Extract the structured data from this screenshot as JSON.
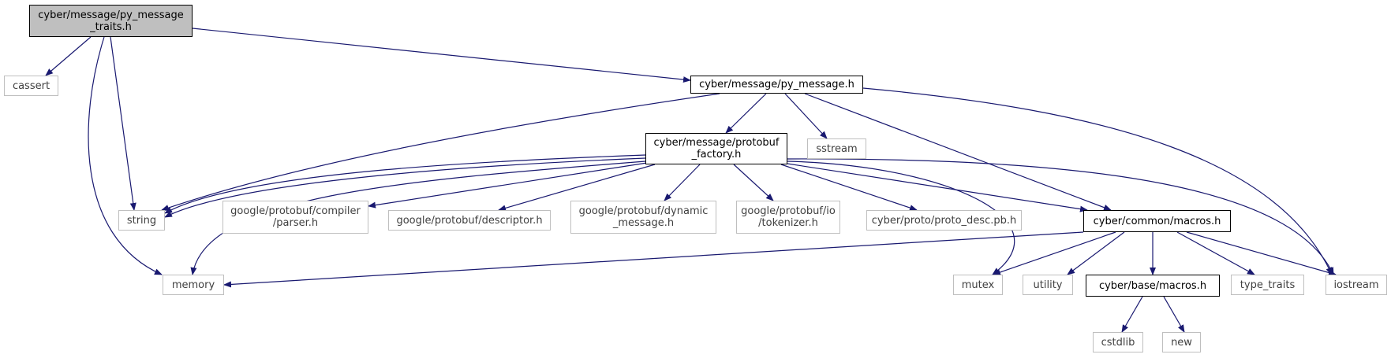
{
  "nodes": {
    "root": "cyber/message/py_message\n_traits.h",
    "cassert": "cassert",
    "py_message": "cyber/message/py_message.h",
    "string": "string",
    "memory": "memory",
    "protobuf_factory": "cyber/message/protobuf\n_factory.h",
    "sstream": "sstream",
    "macros_common": "cyber/common/macros.h",
    "iostream": "iostream",
    "compiler_parser": "google/protobuf/compiler\n/parser.h",
    "descriptor": "google/protobuf/descriptor.h",
    "dynamic_message": "google/protobuf/dynamic\n_message.h",
    "tokenizer": "google/protobuf/io\n/tokenizer.h",
    "proto_desc": "cyber/proto/proto_desc.pb.h",
    "mutex": "mutex",
    "utility": "utility",
    "macros_base": "cyber/base/macros.h",
    "type_traits": "type_traits",
    "cstdlib": "cstdlib",
    "new": "new"
  },
  "colors": {
    "edge": "#191970",
    "documented_border": "#000000",
    "external_border": "#bfbfbf",
    "root_fill": "#bfbfbf"
  }
}
